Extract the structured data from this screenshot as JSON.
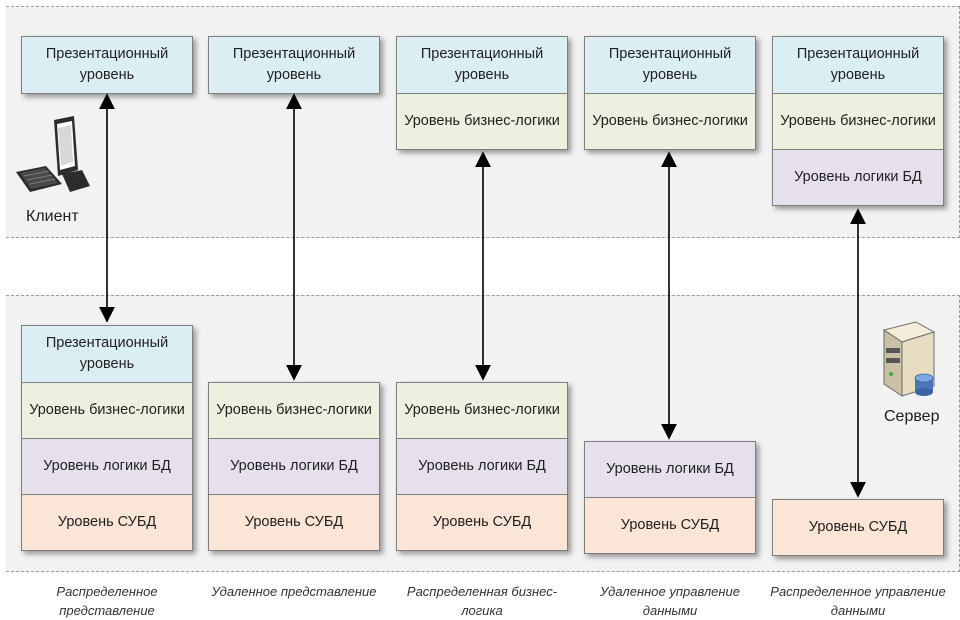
{
  "client_label": "Клиент",
  "server_label": "Сервер",
  "layers": {
    "presentation": "Презентационный уровень",
    "business": "Уровень бизнес-логики",
    "db_logic": "Уровень логики БД",
    "dbms": "Уровень СУБД"
  },
  "columns": [
    {
      "caption": "Распределенное представление"
    },
    {
      "caption": "Удаленное представление"
    },
    {
      "caption": "Распределенная бизнес-логика"
    },
    {
      "caption": "Удаленное управление данными"
    },
    {
      "caption": "Распределенное управление данными"
    }
  ],
  "colors": {
    "presentation": "#dbeef3",
    "business": "#ebf1de",
    "db_logic": "#e6e0ec",
    "dbms": "#fbe5d6"
  }
}
